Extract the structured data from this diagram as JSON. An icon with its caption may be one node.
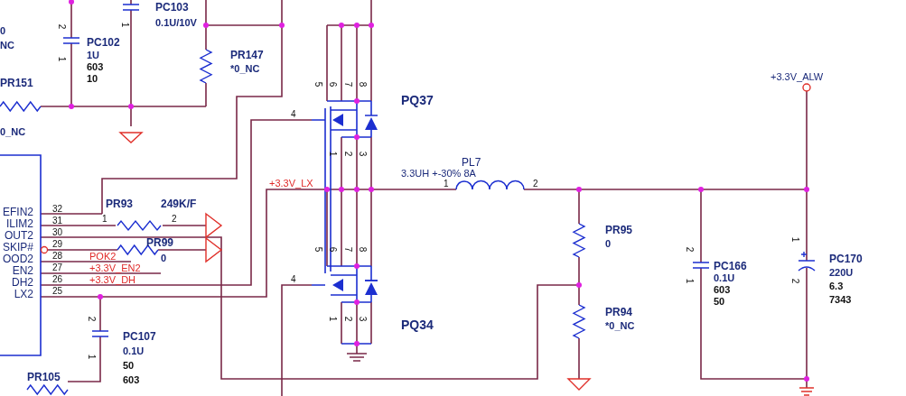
{
  "diagram": {
    "labels": [
      "0",
      "NC",
      "2",
      "1",
      "PC102",
      "1U",
      "603",
      "10",
      "PC103",
      "0.1U/10V",
      "1",
      "PR147",
      "*0_NC",
      "PR151",
      "0_NC",
      "4",
      "5",
      "6",
      "7",
      "8",
      "PQ37",
      "1",
      "2",
      "3",
      "PL7",
      "3.3UH +-30% 8A",
      "+3.3V_LX",
      "1",
      "2",
      "+3.3V_ALW",
      "PR93",
      "249K/F",
      "EFIN2",
      "32",
      "ILIM2",
      "31",
      "1",
      "2",
      "OUT2",
      "30",
      "SKIP#",
      "29",
      "PR99",
      "OOD2",
      "28",
      "POK2",
      "0",
      "EN2",
      "27",
      "+3.3V_EN2",
      "DH2",
      "26",
      "+3.3V_DH",
      "LX2",
      "25",
      "4",
      "5",
      "6",
      "7",
      "8",
      "PQ34",
      "1",
      "2",
      "3",
      "PR95",
      "0",
      "PR94",
      "*0_NC",
      "2",
      "1",
      "PC166",
      "0.1U",
      "603",
      "50",
      "1",
      "2",
      "PC170",
      "220U",
      "6.3",
      "7343",
      "2",
      "1",
      "PC107",
      "0.1U",
      "50",
      "PR105",
      "603"
    ]
  }
}
